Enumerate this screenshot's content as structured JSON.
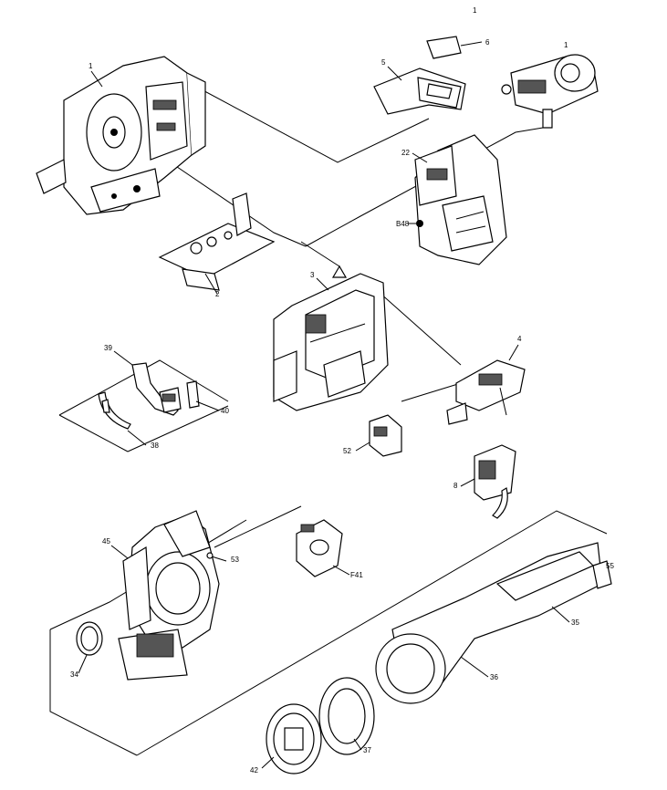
{
  "diagram": {
    "labels": [
      {
        "id": "l1",
        "text": "1"
      },
      {
        "id": "l1b",
        "text": "1"
      },
      {
        "id": "l1c",
        "text": "1"
      },
      {
        "id": "l2",
        "text": "2"
      },
      {
        "id": "l3",
        "text": "3"
      },
      {
        "id": "l4",
        "text": "4"
      },
      {
        "id": "l5",
        "text": "5"
      },
      {
        "id": "l6",
        "text": "6"
      },
      {
        "id": "l8",
        "text": "8"
      },
      {
        "id": "l22",
        "text": "22"
      },
      {
        "id": "l848",
        "text": "B48"
      },
      {
        "id": "l39",
        "text": "39"
      },
      {
        "id": "l38",
        "text": "38"
      },
      {
        "id": "l40",
        "text": "40"
      },
      {
        "id": "l52",
        "text": "52"
      },
      {
        "id": "l45",
        "text": "45"
      },
      {
        "id": "l53",
        "text": "53"
      },
      {
        "id": "lf41",
        "text": "F41"
      },
      {
        "id": "l34",
        "text": "34"
      },
      {
        "id": "l36",
        "text": "36"
      },
      {
        "id": "l35",
        "text": "35"
      },
      {
        "id": "l55",
        "text": "55"
      },
      {
        "id": "l37",
        "text": "37"
      },
      {
        "id": "l42",
        "text": "42"
      }
    ]
  }
}
